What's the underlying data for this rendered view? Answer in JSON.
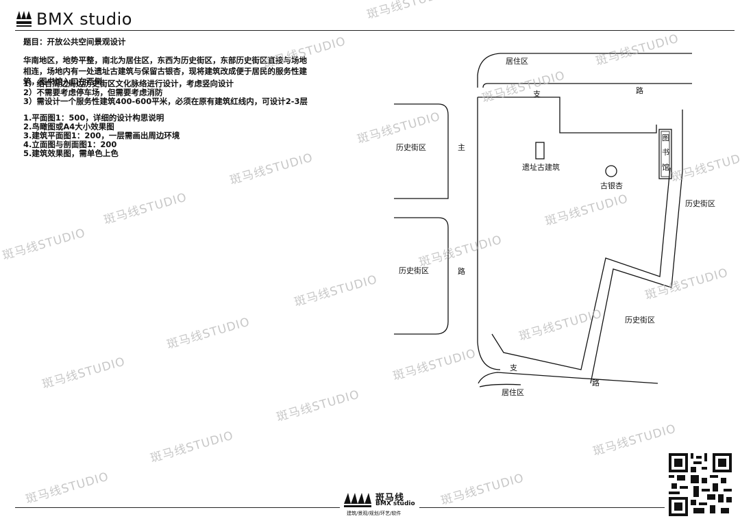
{
  "header": {
    "brand": "BMX studio"
  },
  "title": "题目：开放公共空间景观设计",
  "intro": [
    "华南地区，地势平整，南北为居住区，东西为历史街区，东部历史街区直接与场地",
    "相连，场地内有一处遗址古建筑与保留古银杏，现将建筑改成便于居民的服务性建",
    "筑，图书馆入口在西侧"
  ],
  "constraints": [
    "1）结合周边周边历史街区文化脉络进行设计，考虑竖向设计",
    "2）不需要考虑停车场，但需要考虑消防",
    "3）需设计一个服务性建筑400-600平米，必须在原有建筑红线内，可设计2-3层"
  ],
  "deliverables": [
    "1.平面图1：500，详细的设计构思说明",
    "2.鸟瞰图或A4大小效果图",
    "3.建筑平面图1：200，一层需画出周边环境",
    "4.立面图与剖面图1：200",
    "5.建筑效果图，需单色上色"
  ],
  "map": {
    "residential_north": "居住区",
    "residential_south": "居住区",
    "road_north_a": "支",
    "road_north_b": "路",
    "road_south_a": "支",
    "road_south_b": "路",
    "main_road_a": "主",
    "main_road_b": "路",
    "historic_west_top": "历史街区",
    "historic_west_bottom": "历史街区",
    "historic_east_top": "历史街区",
    "historic_east_bottom": "历史街区",
    "ruin_building": "遗址古建筑",
    "ginkgo": "古银杏",
    "library_1": "图",
    "library_2": "书",
    "library_3": "馆"
  },
  "watermark": "斑马线STUDIO",
  "footer": {
    "brand": "斑马线",
    "sub": "BMX studio",
    "tagline": "建筑/景观/规划/环艺/软件"
  }
}
